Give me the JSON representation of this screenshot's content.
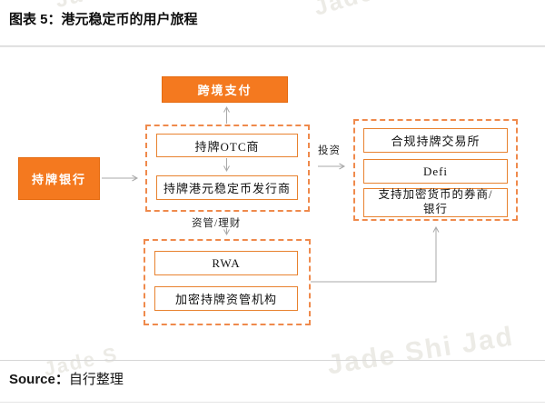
{
  "header": {
    "title": "图表 5：港元稳定币的用户旅程"
  },
  "footer": {
    "source_label": "Source：",
    "source_value": "自行整理"
  },
  "colors": {
    "orange": "#F4791F",
    "orange_border": "#E56B10",
    "group_dash": "#EF8A4C",
    "node_border": "#E8822F",
    "arrow": "#A8A8A8"
  },
  "diagram": {
    "bank_node": {
      "label": "持牌银行"
    },
    "payment_node": {
      "label": "跨境支付"
    },
    "issuance_group": {
      "nodes": [
        {
          "label": "持牌OTC商"
        },
        {
          "label": "持牌港元稳定币发行商"
        }
      ]
    },
    "investment_group": {
      "nodes": [
        {
          "label": "合规持牌交易所"
        },
        {
          "label": "Defi"
        },
        {
          "label": "支持加密货币的券商/银行"
        }
      ]
    },
    "wealth_group": {
      "nodes": [
        {
          "label": "RWA"
        },
        {
          "label": "加密持牌资管机构"
        }
      ]
    },
    "edge_labels": {
      "invest": "投资",
      "wealth": "资管/理财"
    }
  },
  "watermarks": [
    "Jade S",
    "Jade S",
    "Jade Shi Jad",
    "Jade S"
  ]
}
